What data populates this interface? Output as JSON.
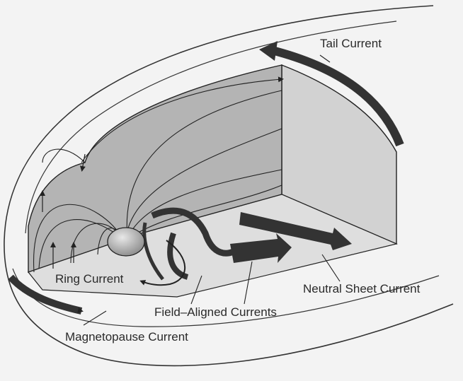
{
  "labels": {
    "tail_current": "Tail Current",
    "ring_current": "Ring Current",
    "neutral_sheet_current": "Neutral Sheet Current",
    "field_aligned_currents": "Field–Aligned Currents",
    "magnetopause_current": "Magnetopause Current"
  },
  "colors": {
    "background": "#f3f3f3",
    "panel_shading": "#b9b9b9",
    "panel_dark": "#a3a3a3",
    "floor": "#dedede",
    "current_arrow": "#3a3a3a",
    "field_line": "#222222",
    "earth": "#c8c8c8"
  }
}
